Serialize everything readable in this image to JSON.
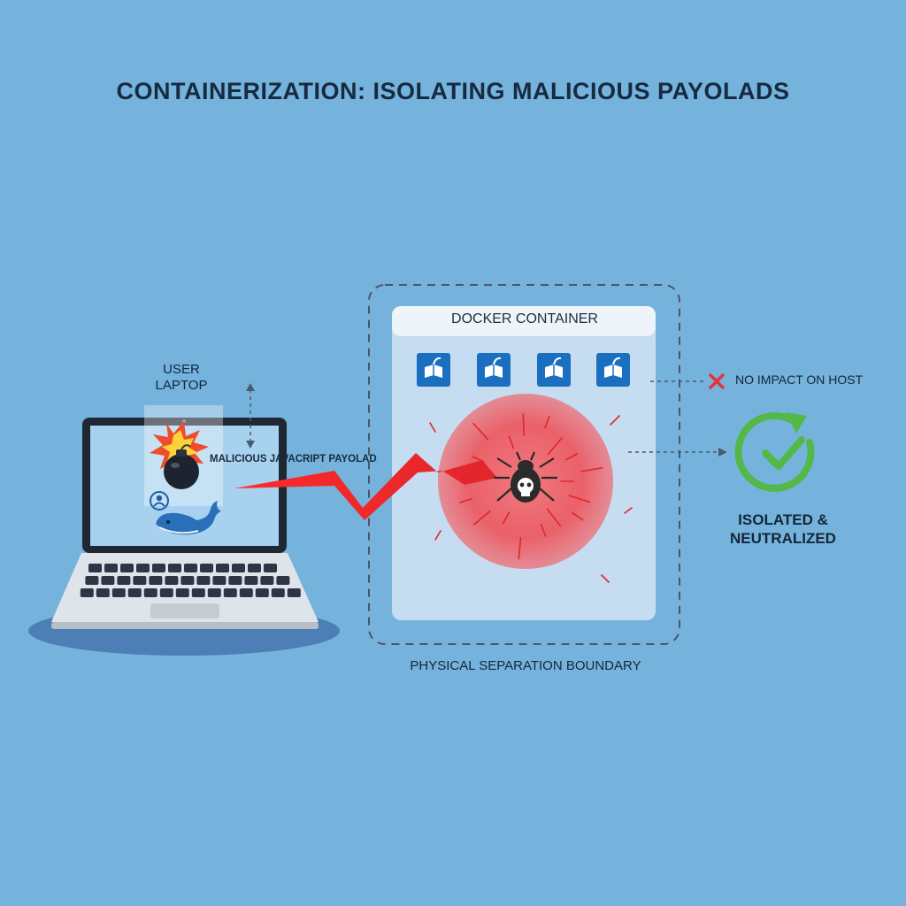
{
  "title": "CONTAINERIZATION: ISOLATING MALICIOUS PAYOLADS",
  "laptop": {
    "label": "USER LAPTOP",
    "payload_label": "MALICIOUS JAVACRIPT PAYOLAD"
  },
  "container": {
    "label": "DOCKER CONTAINER",
    "boundary_label": "PHYSICAL SEPARATION BOUNDARY"
  },
  "status": {
    "no_impact": "NO IMPACT ON HOST",
    "result": "ISOLATED & NEUTRALIZED"
  },
  "icons": {
    "bomb": "bomb-icon",
    "explosion": "explosion-icon",
    "user": "user-icon",
    "whale": "docker-whale-icon",
    "service": "book-icon",
    "bug": "skull-bug-icon",
    "cross": "cross-icon",
    "check": "refresh-check-icon",
    "lightning": "lightning-bolt"
  },
  "colors": {
    "background": "#75b3dc",
    "threat": "#e8353b",
    "success": "#54b848",
    "container_panel": "#c5dcf1",
    "service_tile": "#1a6fc0",
    "laptop_frame": "#1f2733"
  }
}
